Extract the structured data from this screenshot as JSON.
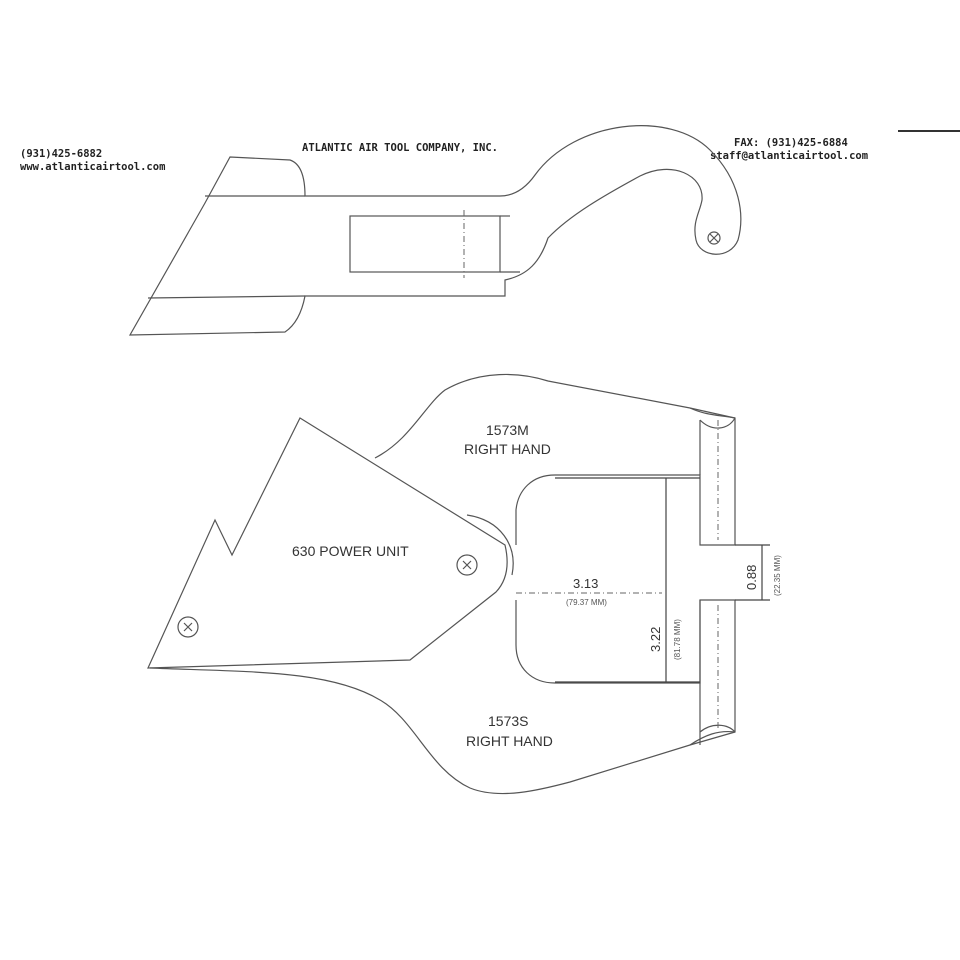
{
  "header": {
    "phone": "(931)425-6882",
    "website": "www.atlanticairtool.com",
    "company": "ATLANTIC AIR TOOL COMPANY, INC.",
    "fax": "FAX: (931)425-6884",
    "email": "staff@atlanticairtool.com"
  },
  "labels": {
    "upper_jaw_model": "1573M",
    "upper_jaw_hand": "RIGHT HAND",
    "power_unit": "630 POWER UNIT",
    "lower_jaw_model": "1573S",
    "lower_jaw_hand": "RIGHT HAND"
  },
  "dimensions": {
    "depth": "3.13",
    "depth_mm": "(79.37 MM)",
    "opening": "3.22",
    "opening_mm": "(81.78 MM)",
    "tip_gap": "0.88",
    "tip_gap_mm": "(22.35 MM)"
  }
}
